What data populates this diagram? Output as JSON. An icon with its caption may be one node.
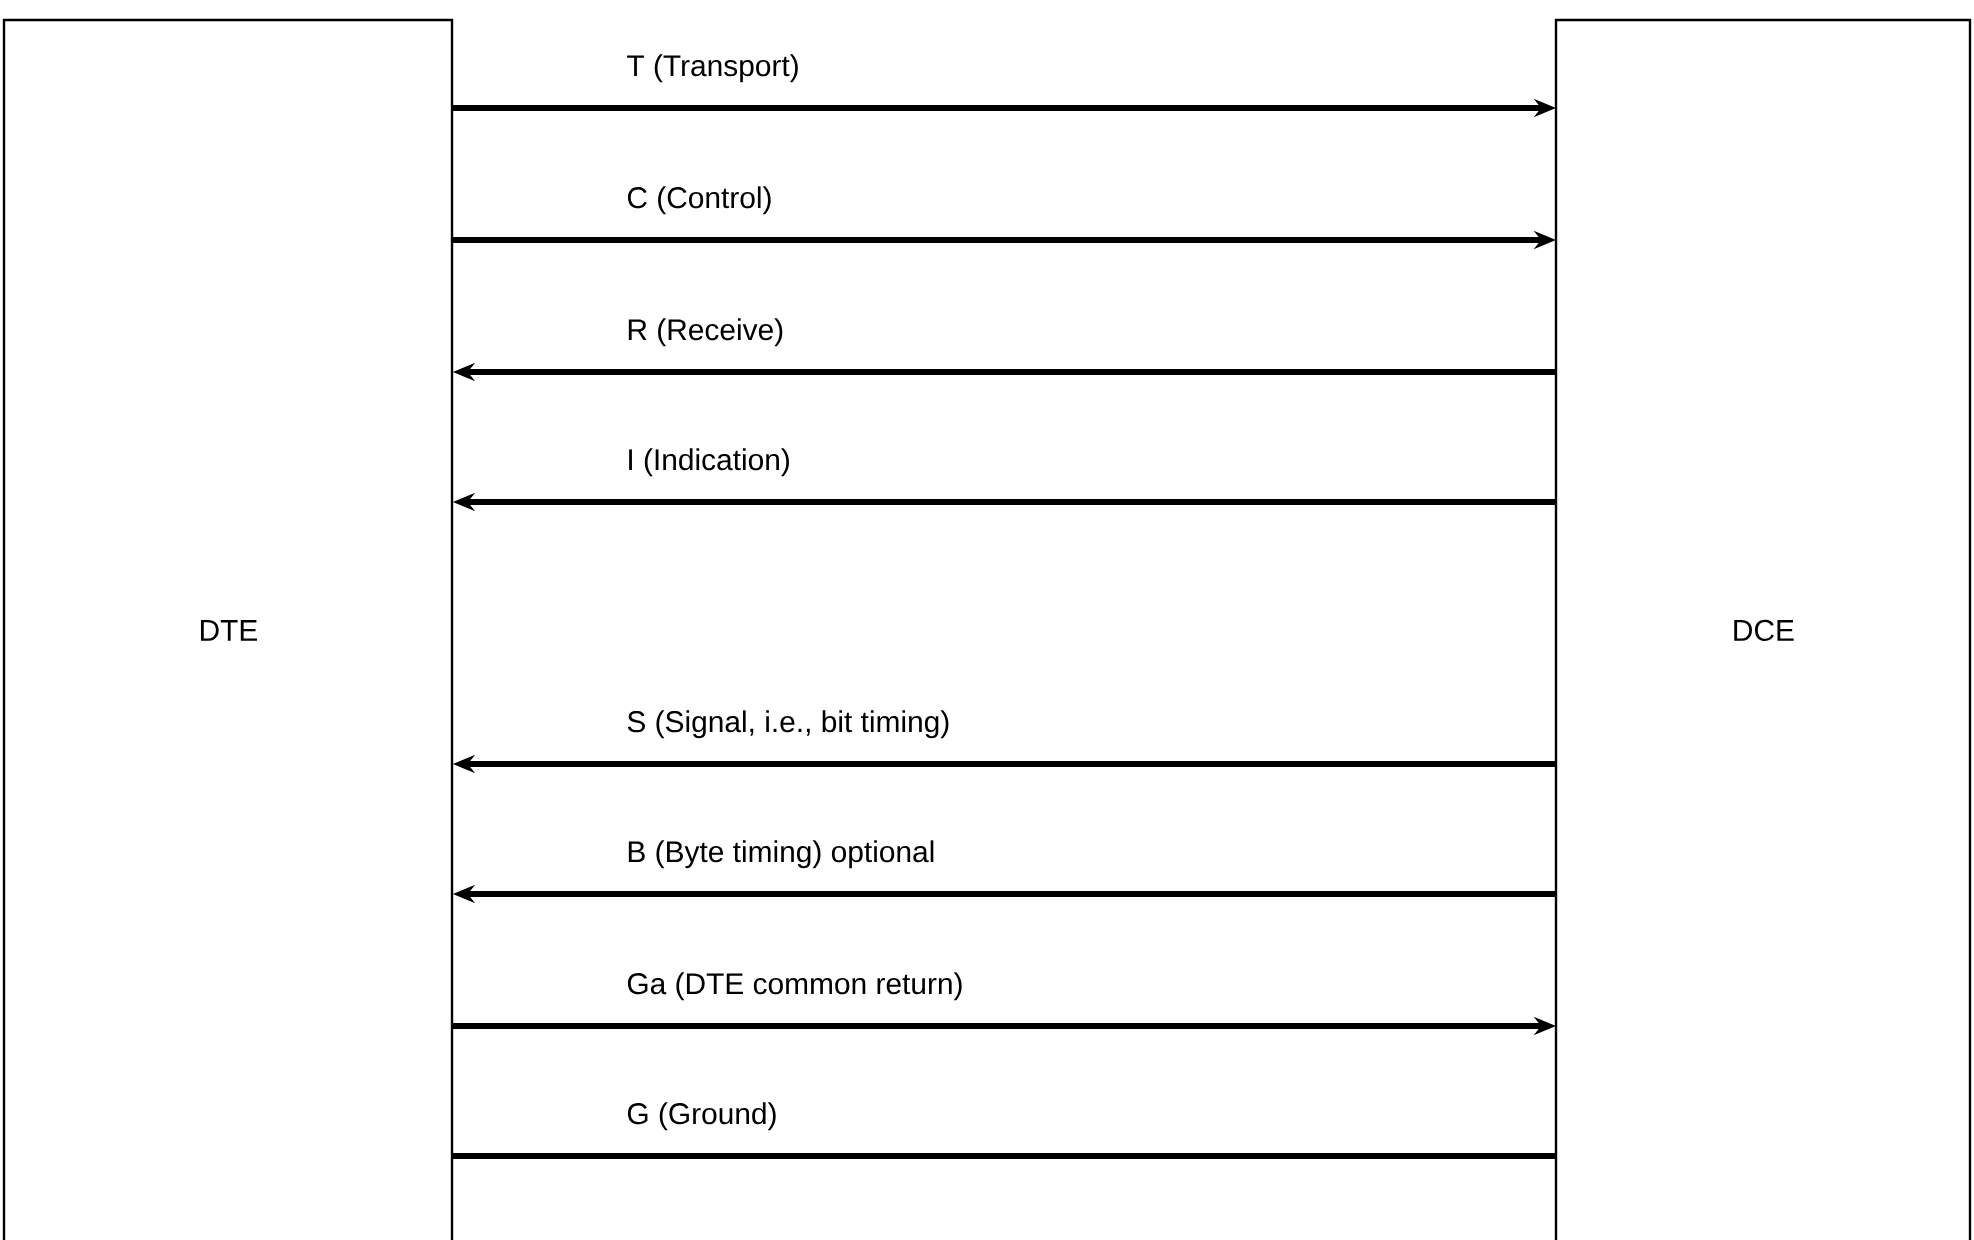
{
  "diagram": {
    "nodes": [
      {
        "text": [
          "DTE"
        ]
      },
      {
        "text": [
          "DCE"
        ]
      }
    ],
    "edges": [
      {
        "from": 0,
        "to": 1,
        "arrow": "to",
        "label": "T (Transport)"
      },
      {
        "from": 0,
        "to": 1,
        "arrow": "to",
        "label": "C (Control)"
      },
      {
        "from": 1,
        "to": 0,
        "arrow": "to",
        "label": "R (Receive)"
      },
      {
        "from": 1,
        "to": 0,
        "arrow": "to",
        "label": "I (Indication)"
      },
      {
        "from": 1,
        "to": 0,
        "arrow": "to",
        "label": "S (Signal, i.e., bit timing)"
      },
      {
        "from": 1,
        "to": 0,
        "arrow": "to",
        "label": "B (Byte timing) optional"
      },
      {
        "from": 0,
        "to": 1,
        "arrow": "to",
        "label": "Ga (DTE common return)"
      },
      {
        "from": 0,
        "to": 1,
        "arrow": "none",
        "label": "G (Ground)"
      }
    ]
  }
}
